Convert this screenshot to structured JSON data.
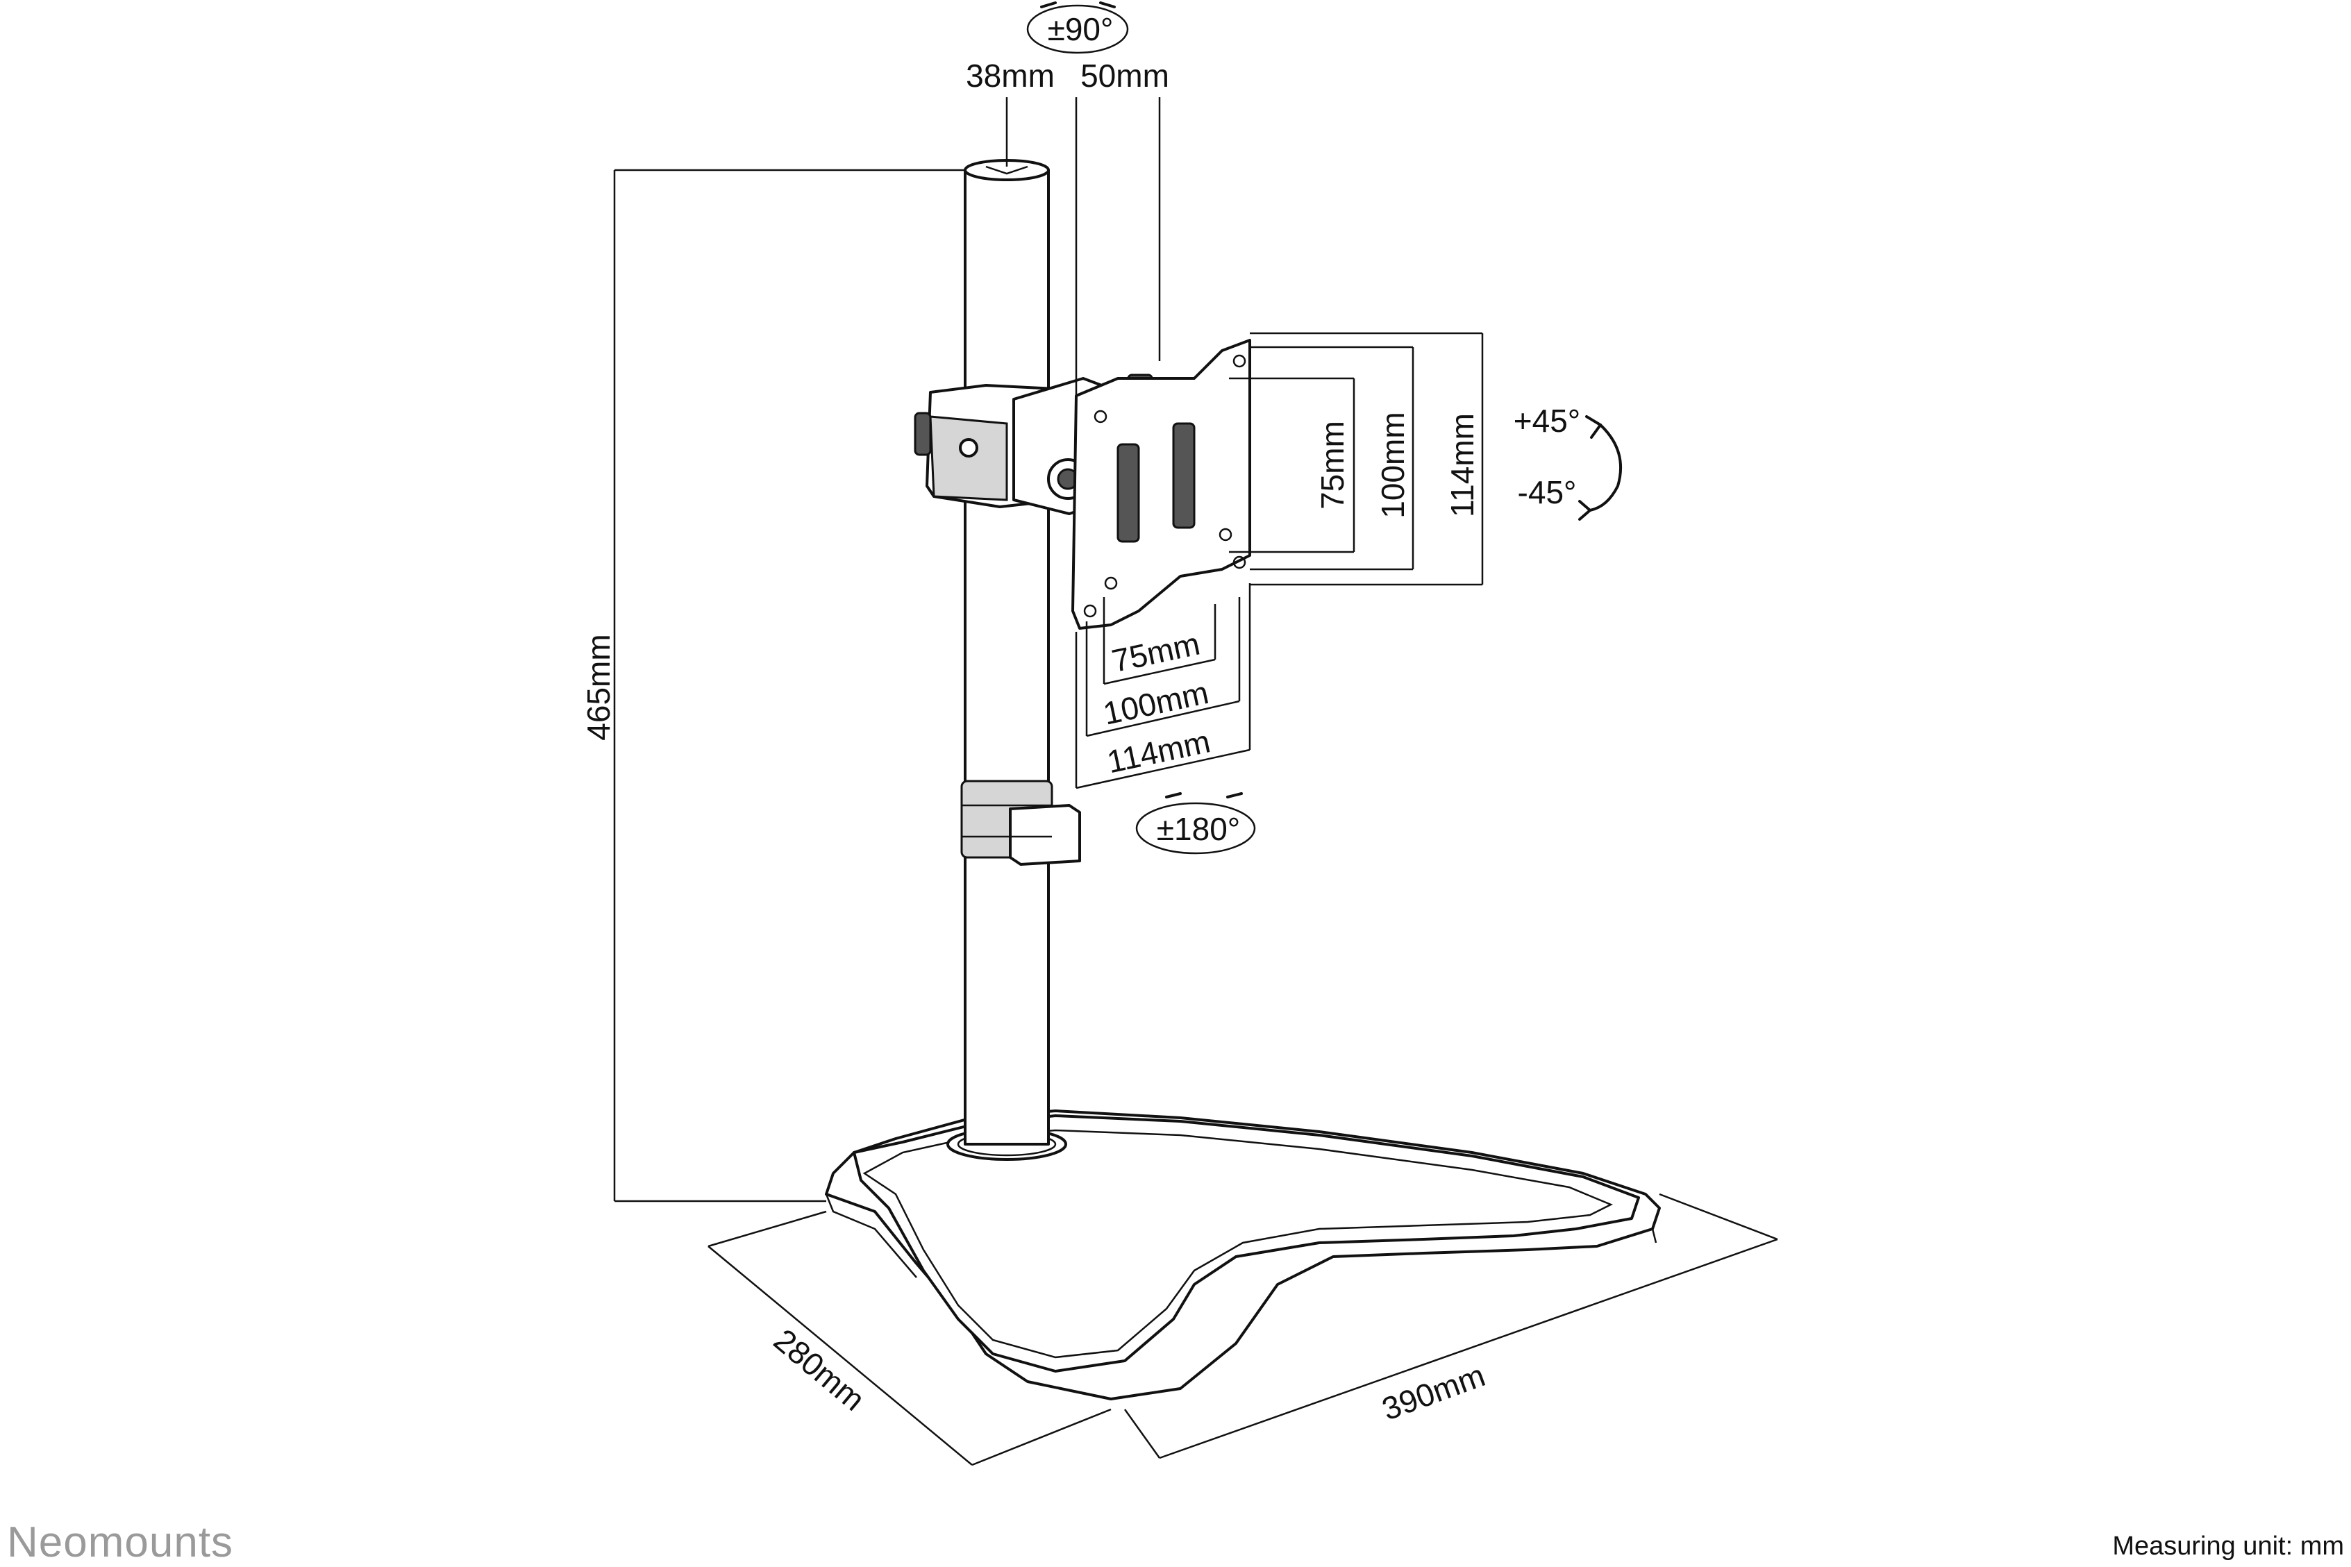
{
  "brand": "Neomounts",
  "measuring_unit": "Measuring unit: mm",
  "dimensions": {
    "height": "465mm",
    "base_depth": "280mm",
    "base_width": "390mm",
    "pole_offset": "38mm",
    "arm_offset": "50mm",
    "vesa_h_75": "75mm",
    "vesa_h_100": "100mm",
    "vesa_h_114": "114mm",
    "vesa_v_75": "75mm",
    "vesa_v_100": "100mm",
    "vesa_v_114": "114mm"
  },
  "rotations": {
    "swivel": "±90°",
    "tilt_up": "+45°",
    "tilt_down": "-45°",
    "rotate": "±180°"
  }
}
